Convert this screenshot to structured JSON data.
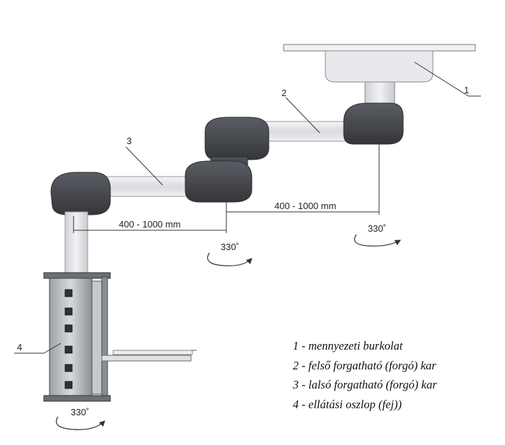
{
  "callouts": {
    "n1": "1",
    "n2": "2",
    "n3": "3",
    "n4": "4"
  },
  "dimensions": {
    "upper_reach": "400 - 1000 mm",
    "lower_reach": "400 - 1000 mm"
  },
  "rotations": {
    "ceiling_joint": "330˚",
    "middle_joint": "330˚",
    "column_base": "330˚"
  },
  "legend": [
    "1 - mennyezeti burkolat",
    "2 - felső forgatható (forgó) kar",
    "3 - lalsó forgatható (forgó) kar",
    "4 - ellátási oszlop (fej))"
  ],
  "colors": {
    "joint_dark": "#4a4d52",
    "arm_light": "#e6e7ea",
    "line": "#333333"
  }
}
